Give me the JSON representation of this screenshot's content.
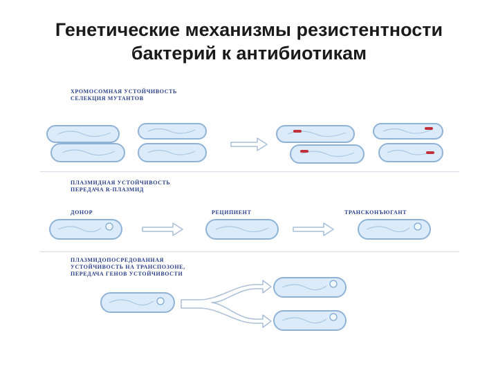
{
  "slide": {
    "title_line1": "Генетические механизмы резистентности",
    "title_line2": "бактерий к антибиотикам"
  },
  "sections": {
    "chromosomal": {
      "line1": "ХРОМОСОМНАЯ УСТОЙЧИВОСТЬ",
      "line2": "СЕЛЕКЦИЯ МУТАНТОВ"
    },
    "plasmid": {
      "line1": "ПЛАЗМИДНАЯ УСТОЙЧИВОСТЬ",
      "line2": "ПЕРЕДАЧА R-ПЛАЗМИД",
      "donor": "ДОНОР",
      "recipient": "РЕЦИПИЕНТ",
      "transconjugant": "ТРАНСКОНЪЮГАНТ"
    },
    "transposon": {
      "line1": "ПЛАЗМИДОПОСРЕДОВАННАЯ",
      "line2": "УСТОЙЧИВОСТЬ НА ТРАНСПОЗОНЕ,",
      "line3": "ПЕРЕДАЧА ГЕНОВ УСТОЙЧИВОСТИ"
    }
  },
  "colors": {
    "cell_fill": "#dcebf9",
    "cell_stroke": "#8fb3d6",
    "mutation_mark": "#c0303a",
    "label_text": "#2a3f8a"
  }
}
